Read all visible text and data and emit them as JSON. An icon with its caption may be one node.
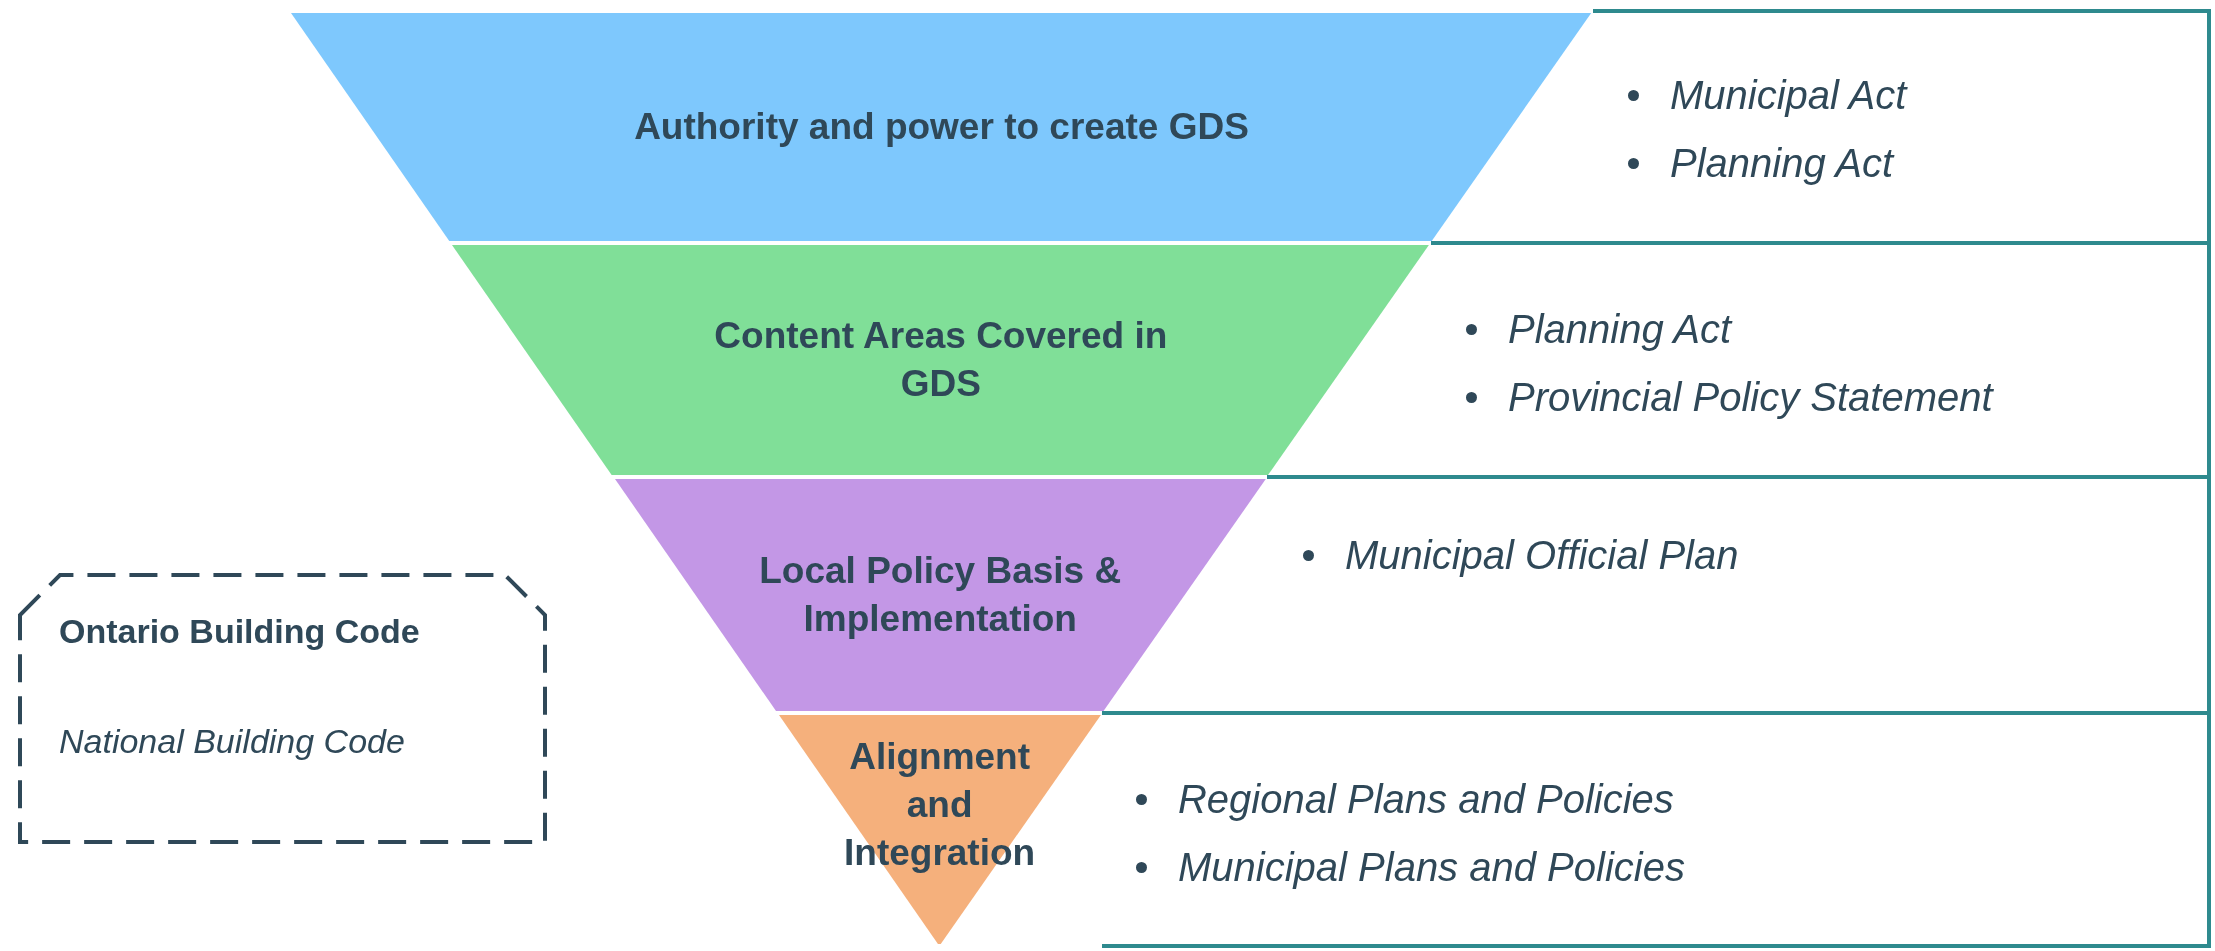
{
  "diagram": {
    "nodes": [
      {
        "text": [
          "Authority and power to create GDS"
        ]
      },
      {
        "text": [
          "Municipal Act",
          "Planning Act"
        ]
      },
      {
        "text": [
          "Content Areas Covered in GDS"
        ]
      },
      {
        "text": [
          "Planning Act",
          "Provincial Policy Statement"
        ]
      },
      {
        "text": [
          "Local Policy Basis & Implementation"
        ]
      },
      {
        "text": [
          "Municipal Official Plan"
        ]
      },
      {
        "text": [
          "Alignment and Integration"
        ]
      },
      {
        "text": [
          "Regional Plans and Policies",
          "Municipal Plans and Policies"
        ]
      },
      {
        "text": [
          "Ontario Building Code",
          "National Building Code"
        ]
      }
    ]
  }
}
